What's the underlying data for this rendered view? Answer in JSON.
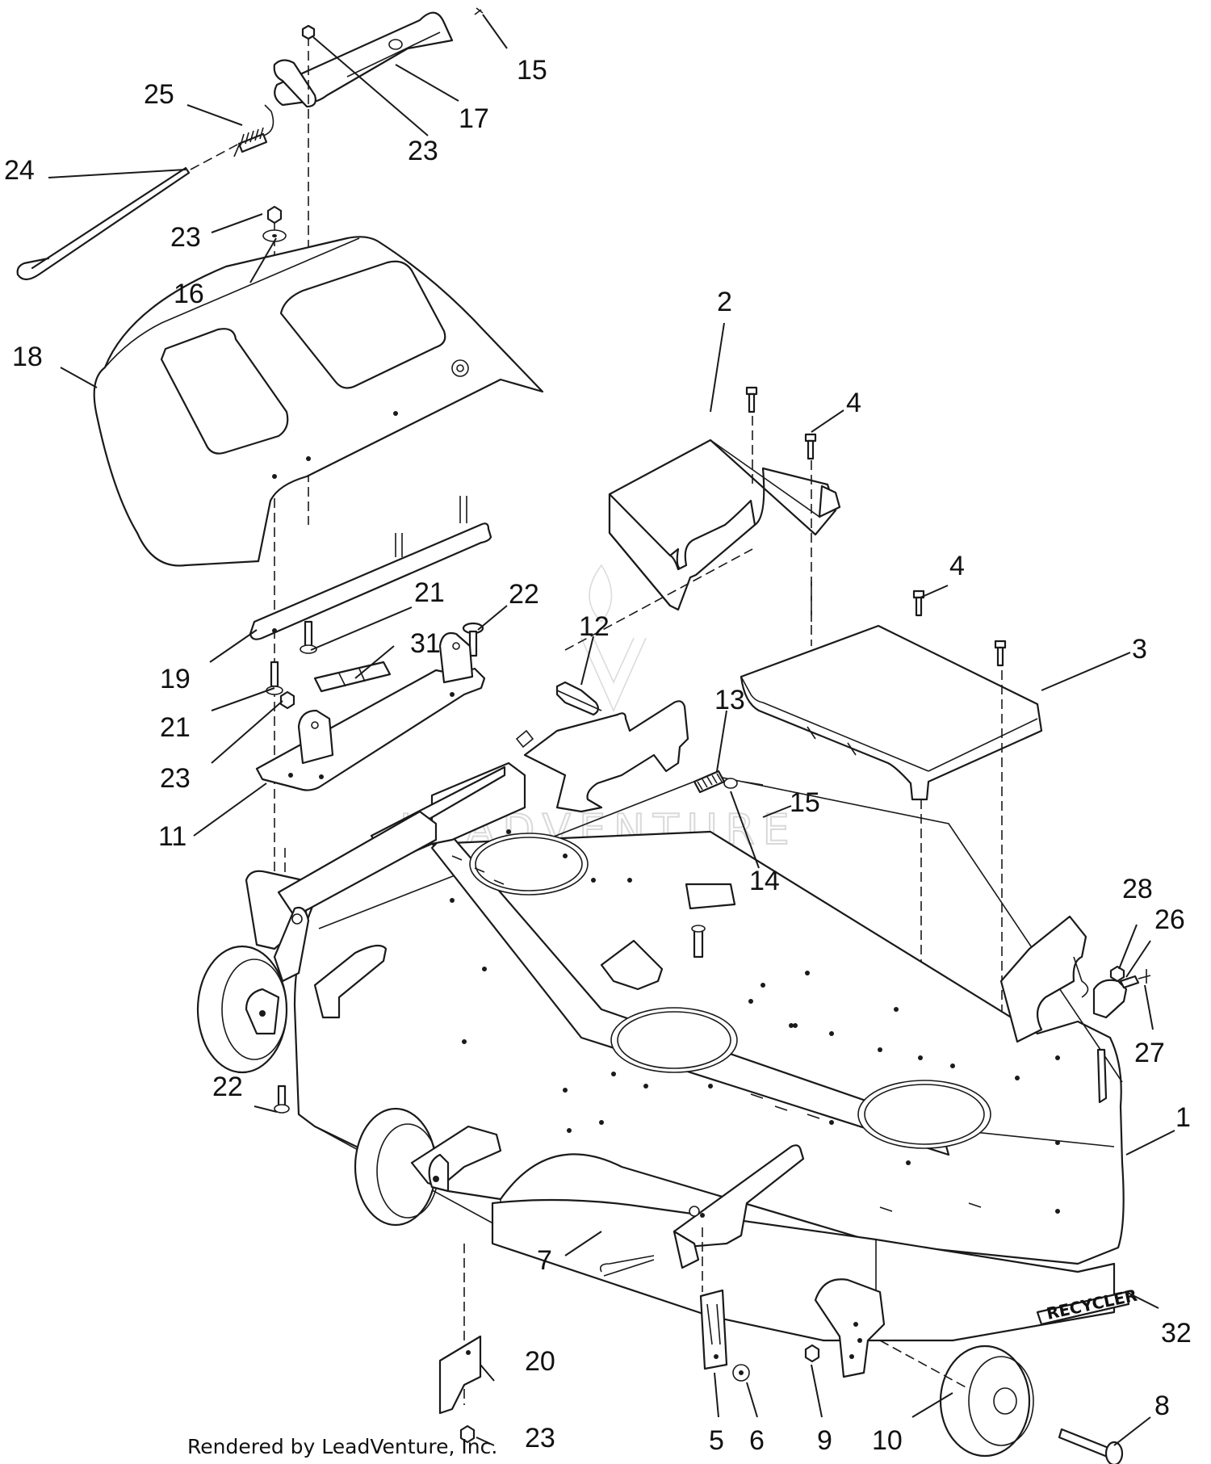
{
  "callouts": [
    {
      "label": "1",
      "target": "deck"
    },
    {
      "label": "2",
      "target": "belt-cover-left"
    },
    {
      "label": "3",
      "target": "belt-cover-right"
    },
    {
      "label": "4",
      "target": "cover-bolt"
    },
    {
      "label": "4",
      "target": "cover-bolt"
    },
    {
      "label": "5",
      "target": "height-link"
    },
    {
      "label": "6",
      "target": "washer"
    },
    {
      "label": "7",
      "target": "hairpin"
    },
    {
      "label": "8",
      "target": "wheel-axle-bolt"
    },
    {
      "label": "9",
      "target": "nut"
    },
    {
      "label": "10",
      "target": "front-wheel"
    },
    {
      "label": "11",
      "target": "mount-plate"
    },
    {
      "label": "12",
      "target": "u-pin"
    },
    {
      "label": "13",
      "target": "spring"
    },
    {
      "label": "14",
      "target": "washer"
    },
    {
      "label": "15",
      "target": "cotter-pin"
    },
    {
      "label": "15",
      "target": "cotter-pin"
    },
    {
      "label": "16",
      "target": "washer"
    },
    {
      "label": "17",
      "target": "lift-bracket"
    },
    {
      "label": "18",
      "target": "foot-plate"
    },
    {
      "label": "19",
      "target": "strap"
    },
    {
      "label": "20",
      "target": "bracket"
    },
    {
      "label": "21",
      "target": "bolt"
    },
    {
      "label": "21",
      "target": "bolt"
    },
    {
      "label": "22",
      "target": "carriage-bolt"
    },
    {
      "label": "22",
      "target": "carriage-bolt"
    },
    {
      "label": "23",
      "target": "nut"
    },
    {
      "label": "23",
      "target": "nut"
    },
    {
      "label": "23",
      "target": "nut"
    },
    {
      "label": "23",
      "target": "nut"
    },
    {
      "label": "24",
      "target": "rod"
    },
    {
      "label": "25",
      "target": "extension-spring"
    },
    {
      "label": "26",
      "target": "grease-elbow"
    },
    {
      "label": "27",
      "target": "grease-fitting"
    },
    {
      "label": "28",
      "target": "bolt"
    },
    {
      "label": "31",
      "target": "decal"
    },
    {
      "label": "32",
      "target": "decal-recycler"
    }
  ],
  "decal_text": "RECYCLER",
  "watermark": "LEADVENTURE",
  "credit": "Rendered by LeadVenture, Inc."
}
